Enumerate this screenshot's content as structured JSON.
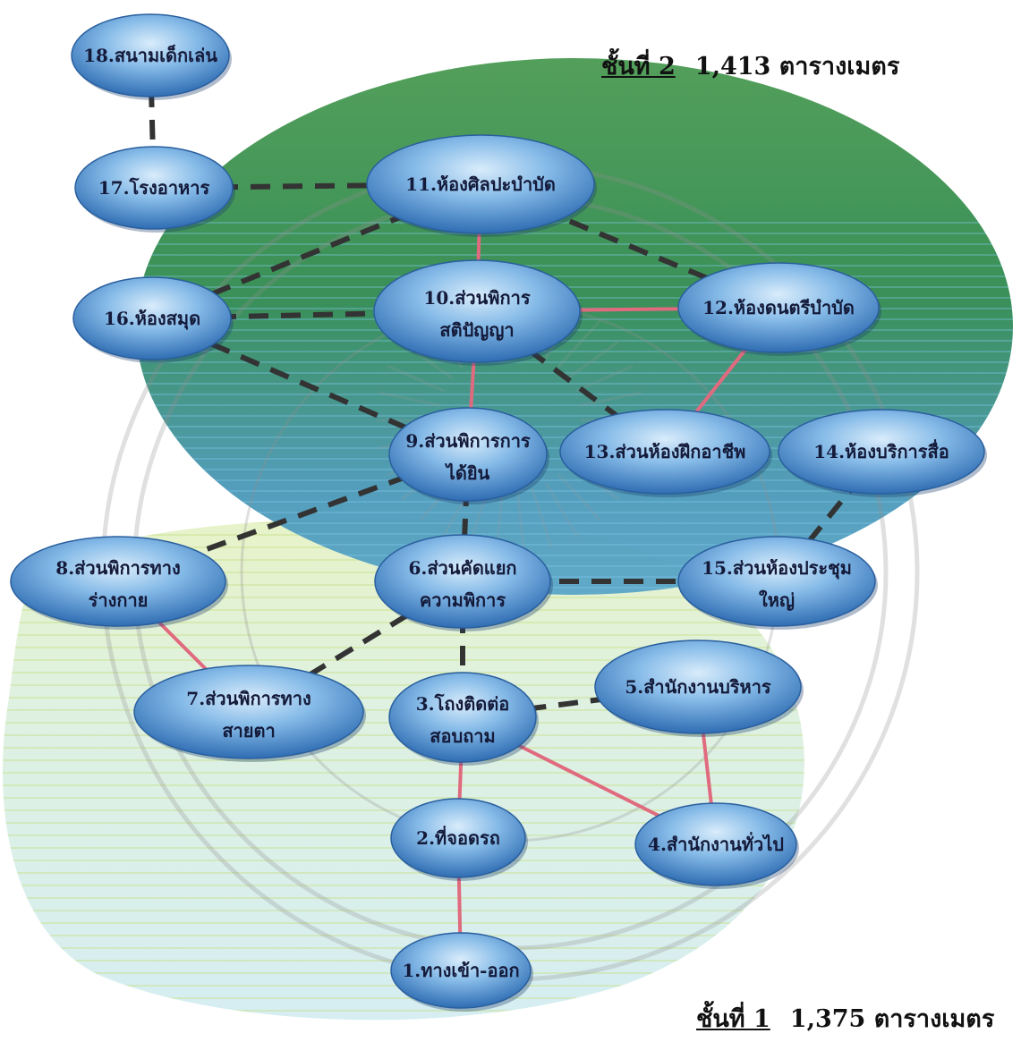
{
  "floors": [
    {
      "id": "floor-2",
      "label": "ชั้นที่ 2",
      "area": "1,413 ตารางเมตร"
    },
    {
      "id": "floor-1",
      "label": "ชั้นที่ 1",
      "area": "1,375 ตารางเมตร"
    }
  ],
  "nodes": [
    {
      "id": "n1",
      "lines": [
        "1.ทางเข้า-ออก"
      ]
    },
    {
      "id": "n2",
      "lines": [
        "2.ที่จอดรถ"
      ]
    },
    {
      "id": "n3",
      "lines": [
        "3.โถงติดต่อ",
        "สอบถาม"
      ]
    },
    {
      "id": "n4",
      "lines": [
        "4.สำนักงานทั่วไป"
      ]
    },
    {
      "id": "n5",
      "lines": [
        "5.สำนักงานบริหาร"
      ]
    },
    {
      "id": "n6",
      "lines": [
        "6.ส่วนคัดแยก",
        "ความพิการ"
      ]
    },
    {
      "id": "n7",
      "lines": [
        "7.ส่วนพิการทาง",
        "สายตา"
      ]
    },
    {
      "id": "n8",
      "lines": [
        "8.ส่วนพิการทาง",
        "ร่างกาย"
      ]
    },
    {
      "id": "n9",
      "lines": [
        "9.ส่วนพิการการ",
        "ได้ยิน"
      ]
    },
    {
      "id": "n10",
      "lines": [
        "10.ส่วนพิการ",
        "สติปัญญา"
      ]
    },
    {
      "id": "n11",
      "lines": [
        "11.ห้องศิลปะบำบัด"
      ]
    },
    {
      "id": "n12",
      "lines": [
        "12.ห้องดนตรีบำบัด"
      ]
    },
    {
      "id": "n13",
      "lines": [
        "13.ส่วนห้องฝึกอาชีพ"
      ]
    },
    {
      "id": "n14",
      "lines": [
        "14.ห้องบริการสื่อ"
      ]
    },
    {
      "id": "n15",
      "lines": [
        "15.ส่วนห้องประชุม",
        "ใหญ่"
      ]
    },
    {
      "id": "n16",
      "lines": [
        "16.ห้องสมุด"
      ]
    },
    {
      "id": "n17",
      "lines": [
        "17.โรงอาหาร"
      ]
    },
    {
      "id": "n18",
      "lines": [
        "18.สนามเด็กเล่น"
      ]
    }
  ],
  "edges": [
    {
      "from": "n18",
      "to": "n17",
      "style": "dashed"
    },
    {
      "from": "n17",
      "to": "n11",
      "style": "dashed"
    },
    {
      "from": "n16",
      "to": "n11",
      "style": "dashed"
    },
    {
      "from": "n16",
      "to": "n10",
      "style": "dashed"
    },
    {
      "from": "n16",
      "to": "n9",
      "style": "dashed"
    },
    {
      "from": "n11",
      "to": "n12",
      "style": "dashed"
    },
    {
      "from": "n11",
      "to": "n10",
      "style": "solid"
    },
    {
      "from": "n10",
      "to": "n12",
      "style": "solid"
    },
    {
      "from": "n10",
      "to": "n13",
      "style": "dashed"
    },
    {
      "from": "n10",
      "to": "n9",
      "style": "solid"
    },
    {
      "from": "n12",
      "to": "n13",
      "style": "solid"
    },
    {
      "from": "n14",
      "to": "n15",
      "style": "dashed"
    },
    {
      "from": "n9",
      "to": "n8",
      "style": "dashed"
    },
    {
      "from": "n9",
      "to": "n6",
      "style": "dashed"
    },
    {
      "from": "n6",
      "to": "n15",
      "style": "dashed"
    },
    {
      "from": "n6",
      "to": "n7",
      "style": "dashed"
    },
    {
      "from": "n6",
      "to": "n3",
      "style": "dashed"
    },
    {
      "from": "n8",
      "to": "n7",
      "style": "solid"
    },
    {
      "from": "n3",
      "to": "n5",
      "style": "dashed"
    },
    {
      "from": "n3",
      "to": "n4",
      "style": "solid"
    },
    {
      "from": "n3",
      "to": "n2",
      "style": "solid"
    },
    {
      "from": "n5",
      "to": "n4",
      "style": "solid"
    },
    {
      "from": "n2",
      "to": "n1",
      "style": "solid"
    }
  ],
  "colors": {
    "floor2_zone": "#3f8f4a",
    "floor1_zone": "#dbf1e6",
    "node_fill": "#5f9ed8",
    "solid_edge": "#e06a7e",
    "dashed_edge": "#333333"
  }
}
